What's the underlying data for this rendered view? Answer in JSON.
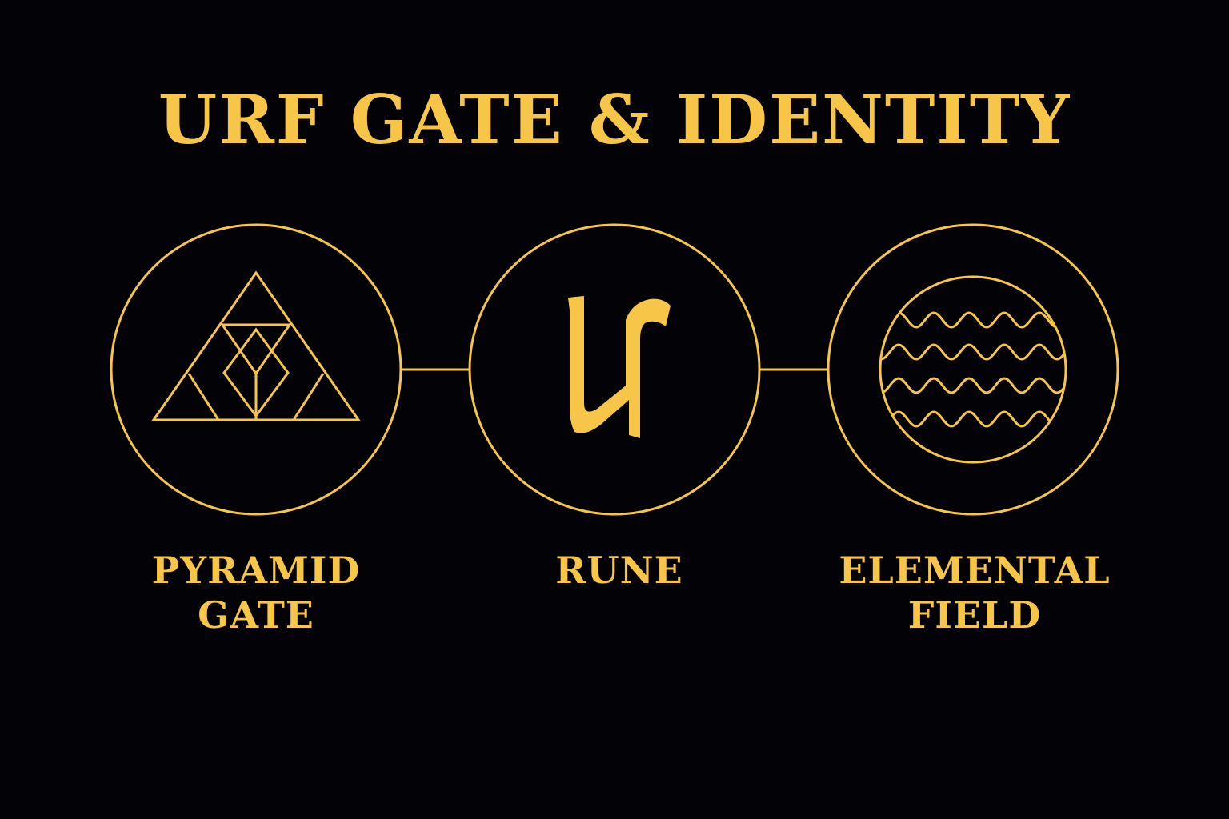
{
  "title": "URF GATE & IDENTITY",
  "colors": {
    "background": "#030307",
    "accent": "#F7C548"
  },
  "nodes": [
    {
      "id": "pyramid",
      "icon": "pyramid-gate-icon",
      "label_lines": [
        "PYRAMID",
        "GATE"
      ]
    },
    {
      "id": "rune",
      "icon": "rune-icon",
      "glyph": "ᚢ",
      "label_lines": [
        "RUNE"
      ]
    },
    {
      "id": "elemental",
      "icon": "elemental-field-icon",
      "label_lines": [
        "ELEMENTAL",
        "FIELD"
      ]
    }
  ]
}
